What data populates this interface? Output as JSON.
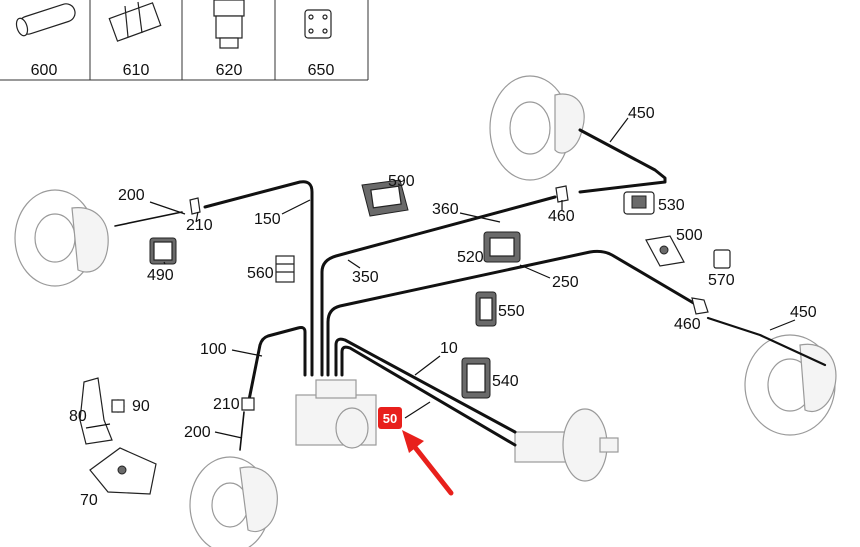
{
  "header_cells": [
    "600",
    "610",
    "620",
    "650"
  ],
  "labels": {
    "l450_top": "450",
    "l200_left": "200",
    "l210_top": "210",
    "l150": "150",
    "l490": "490",
    "l590": "590",
    "l360": "360",
    "l460_top": "460",
    "l530": "530",
    "l500": "500",
    "l570": "570",
    "l560": "560",
    "l350": "350",
    "l520": "520",
    "l250": "250",
    "l550": "550",
    "l460_right": "460",
    "l450_right": "450",
    "l100": "100",
    "l10": "10",
    "l540": "540",
    "l90": "90",
    "l80": "80",
    "l210_bottom": "210",
    "l200_bottom": "200",
    "l70": "70",
    "l50": "50"
  },
  "colors": {
    "highlight": "#e8201c",
    "arrow": "#e8201c",
    "line": "#111111"
  }
}
